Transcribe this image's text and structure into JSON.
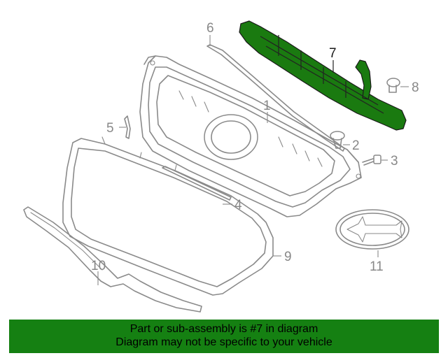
{
  "diagram": {
    "callouts": [
      {
        "id": "1",
        "label": "1"
      },
      {
        "id": "2",
        "label": "2"
      },
      {
        "id": "3",
        "label": "3"
      },
      {
        "id": "4",
        "label": "4"
      },
      {
        "id": "5",
        "label": "5"
      },
      {
        "id": "6",
        "label": "6"
      },
      {
        "id": "7",
        "label": "7"
      },
      {
        "id": "8",
        "label": "8"
      },
      {
        "id": "9",
        "label": "9"
      },
      {
        "id": "10",
        "label": "10"
      },
      {
        "id": "11",
        "label": "11"
      }
    ],
    "highlighted_part": "7"
  },
  "colors": {
    "highlight": "#1a7a10",
    "banner_bg": "#158012",
    "line_art": "#8a8a8a"
  },
  "banner": {
    "line1": "Part or sub-assembly is #7 in diagram",
    "line2": "Diagram may not be specific to your vehicle"
  }
}
